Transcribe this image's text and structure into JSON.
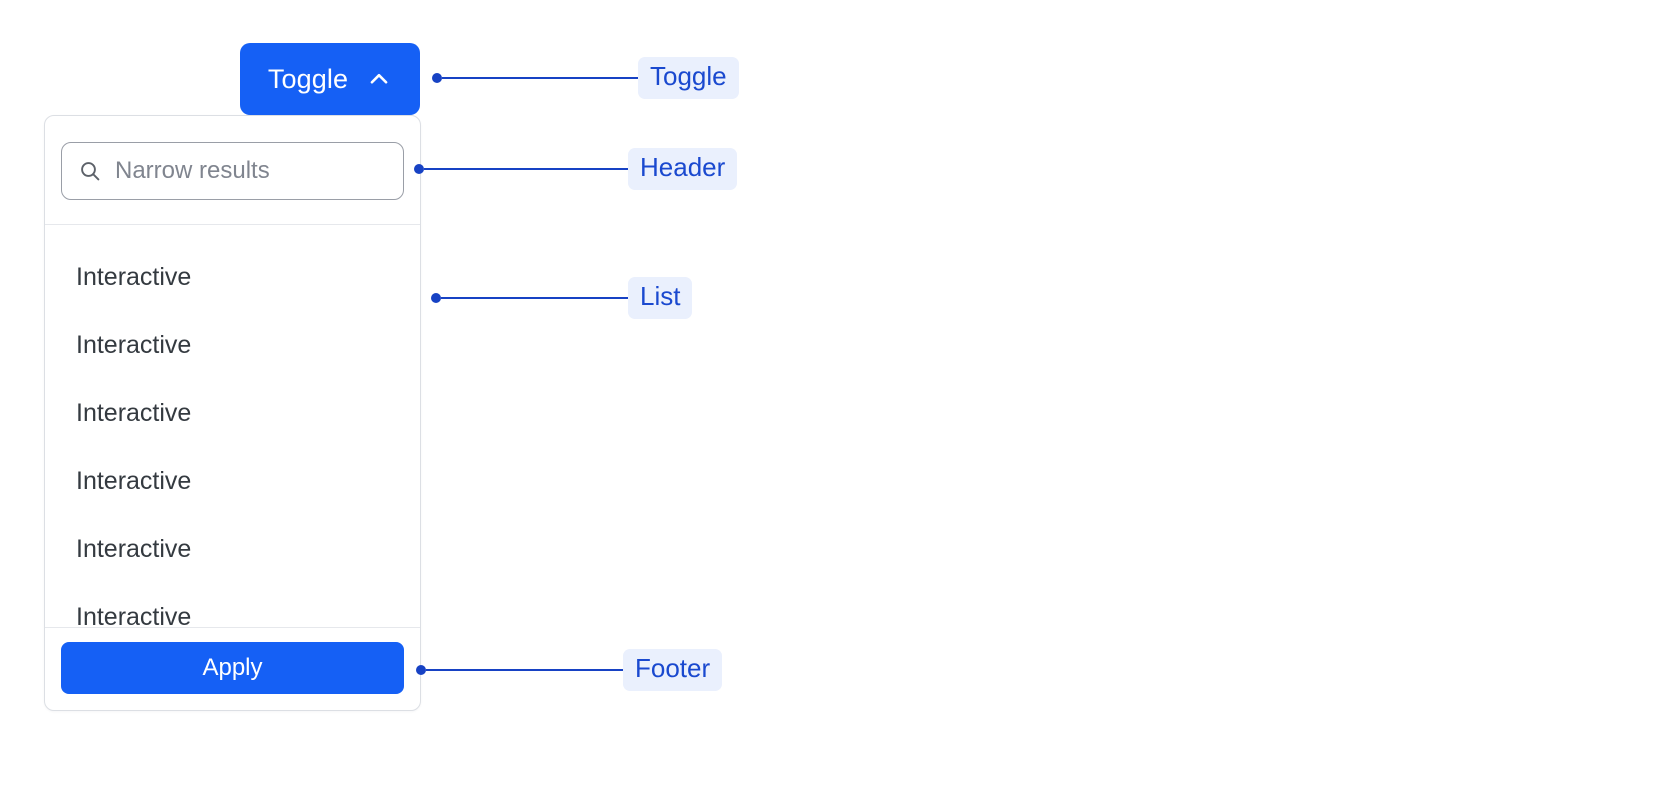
{
  "toggle": {
    "label": "Toggle",
    "icon": "chevron-up-icon",
    "background_color": "#1560f5",
    "text_color": "#ffffff"
  },
  "panel": {
    "header": {
      "search": {
        "placeholder": "Narrow results",
        "value": "",
        "icon": "search-icon"
      }
    },
    "list": {
      "items": [
        {
          "label": "Interactive"
        },
        {
          "label": "Interactive"
        },
        {
          "label": "Interactive"
        },
        {
          "label": "Interactive"
        },
        {
          "label": "Interactive"
        },
        {
          "label": "Interactive"
        }
      ]
    },
    "footer": {
      "apply_label": "Apply",
      "apply_background_color": "#1560f5"
    },
    "border_color": "#dcdfe4",
    "divider_color": "#e6e8ec",
    "background_color": "#ffffff"
  },
  "annotations": {
    "accent_color": "#1742c4",
    "badge_background_color": "#eaf0fd",
    "badge_text_color": "#1a49cf",
    "items": [
      {
        "id": "toggle",
        "label": "Toggle"
      },
      {
        "id": "header",
        "label": "Header"
      },
      {
        "id": "list",
        "label": "List"
      },
      {
        "id": "footer",
        "label": "Footer"
      }
    ]
  }
}
